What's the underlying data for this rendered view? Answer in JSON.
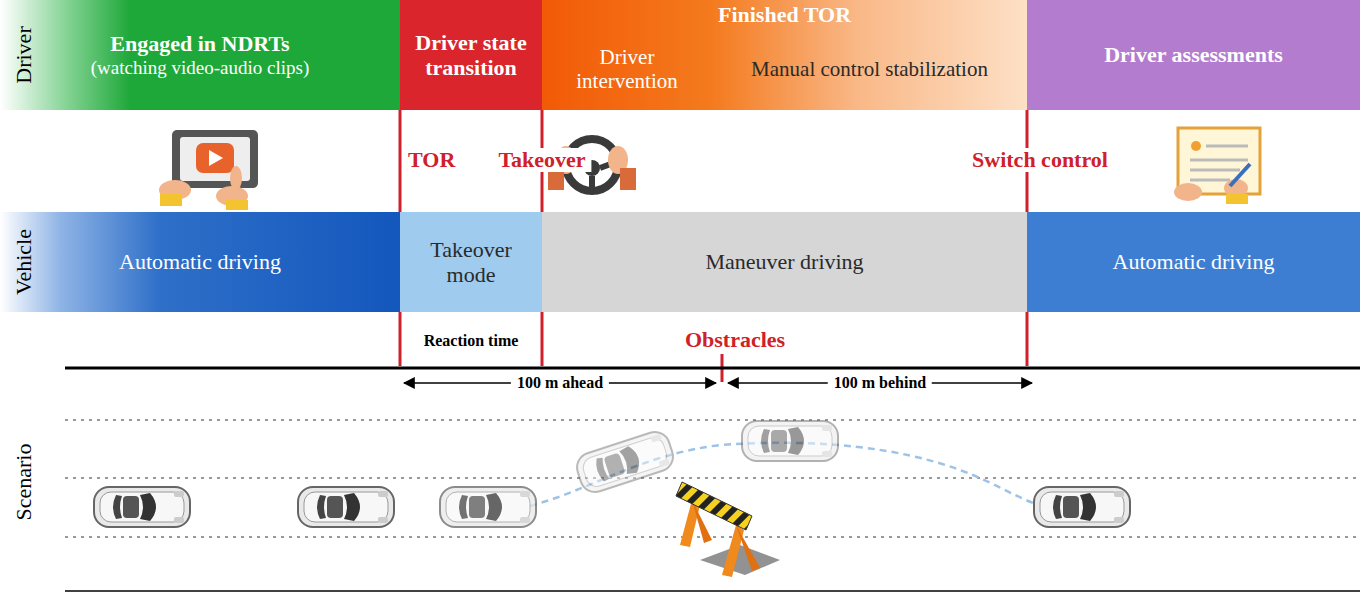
{
  "diagram": {
    "nodes": [
      {
        "text": [
          "Engaged in NDRTs",
          "(watching video-audio clips)"
        ]
      },
      {
        "text": [
          "Driver state transition"
        ]
      },
      {
        "text": [
          "Finished TOR"
        ]
      },
      {
        "text": [
          "Driver intervention"
        ],
        "in": 2
      },
      {
        "text": [
          "Manual control stabilization"
        ],
        "in": 2
      },
      {
        "text": [
          "Driver assessments"
        ]
      },
      {
        "text": [
          "Automatic driving"
        ]
      },
      {
        "text": [
          "Takeover mode"
        ]
      },
      {
        "text": [
          "Maneuver driving"
        ]
      },
      {
        "text": [
          "Automatic driving"
        ]
      }
    ],
    "labels": [
      "Driver",
      "Vehicle",
      "Scenario",
      "TOR",
      "Takeover",
      "Switch control",
      "Reaction time",
      "Obstracles",
      "100 m ahead",
      "100 m behind"
    ]
  }
}
